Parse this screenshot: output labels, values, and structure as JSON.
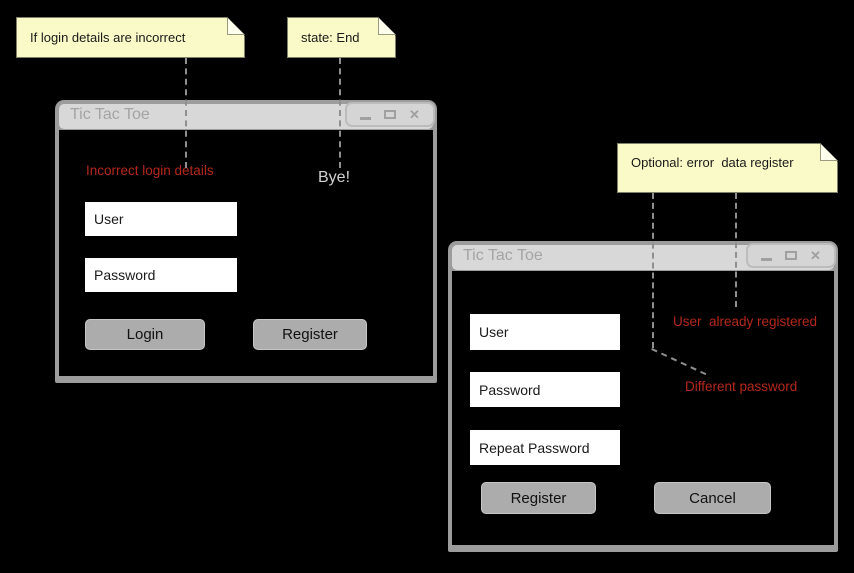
{
  "notes": {
    "login_incorrect": {
      "text": "If login details are incorrect"
    },
    "state_end": {
      "text": "state: End"
    },
    "optional_error": {
      "text": "Optional: error  data register"
    }
  },
  "login_window": {
    "title": "Tic Tac Toe",
    "error_text": "Incorrect login details",
    "bye_text": "Bye!",
    "user_input": {
      "value": "User"
    },
    "password_input": {
      "value": "Password"
    },
    "login_button_label": "Login",
    "register_button_label": "Register"
  },
  "register_window": {
    "title": "Tic Tac Toe",
    "user_registered_text": "User  already registered",
    "different_password_text": "Different password",
    "user_input": {
      "value": "User"
    },
    "password_input": {
      "value": "Password"
    },
    "repeat_password_input": {
      "value": "Repeat Password"
    },
    "register_button_label": "Register",
    "cancel_button_label": "Cancel"
  },
  "glyphs": {
    "close": "✕"
  },
  "colors": {
    "background": "#000000",
    "note_fill": "#FAFAC8",
    "annotation_red": "#B5281C",
    "bye_gray": "#D2D2D2",
    "window_frame": "#9C9C9C",
    "titlebar_strip": "#D8D8D8",
    "title_text": "#A4A4A4",
    "button_fill": "#ACACAC",
    "dash_line": "#8F8F8F"
  }
}
